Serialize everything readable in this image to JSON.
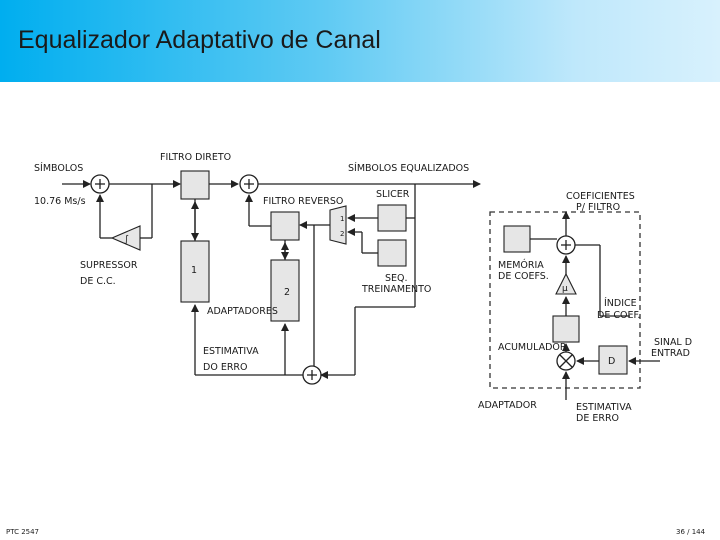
{
  "slide": {
    "title": "Equalizador Adaptativo de Canal",
    "footer_left": "PTC 2547",
    "footer_right": "36 / 144"
  },
  "diagram": {
    "labels": {
      "simbolos": "SÍMBOLOS",
      "rate": "10.76 Ms/s",
      "filtro_direto": "FILTRO DIRETO",
      "simbolos_equalizados": "SÍMBOLOS EQUALIZADOS",
      "filtro_reverso": "FILTRO REVERSO",
      "slicer": "SLICER",
      "supressor_1": "SUPRESSOR",
      "supressor_2": "DE C.C.",
      "seq": "SEQ.",
      "treinamento": "TREINAMENTO",
      "adaptadores": "ADAPTADORES",
      "estimativa_1": "ESTIMATIVA",
      "estimativa_2": "DO ERRO",
      "coeficientes_1": "COEFICIENTES",
      "coeficientes_2": "P/ FILTRO",
      "memoria_1": "MEMÓRIA",
      "memoria_2": "DE COEFS.",
      "indice_1": "ÍNDICE",
      "indice_2": "DE COEF.",
      "acumulador": "ACUMULADOR",
      "sinal_1": "SINAL D",
      "sinal_2": "ENTRAD",
      "adaptador": "ADAPTADOR",
      "est_erro_1": "ESTIMATIVA",
      "est_erro_2": "DE ERRO",
      "num_1": "1",
      "num_2": "2",
      "mux_1": "1",
      "mux_2": "2",
      "d_box": "D",
      "mu": "μ",
      "integral": "∫"
    }
  }
}
